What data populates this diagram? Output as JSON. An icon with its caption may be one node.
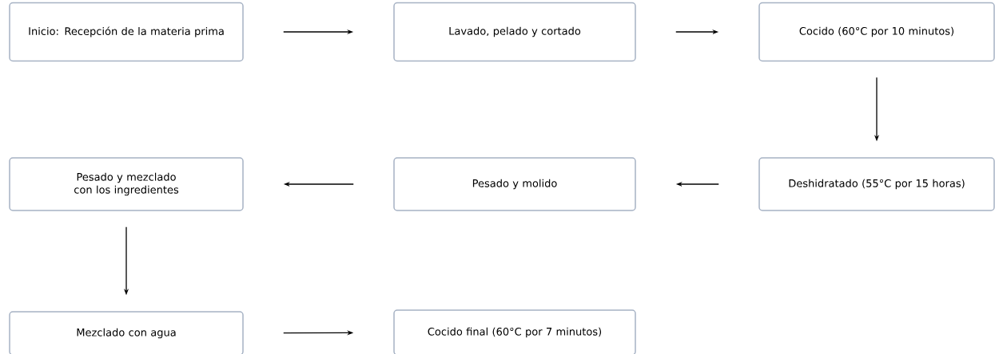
{
  "diagram": {
    "nodes": [
      {
        "text": [
          "Inicio: Recepción de la materia prima"
        ]
      },
      {
        "text": [
          "Lavado, pelado y cortado"
        ]
      },
      {
        "text": [
          "Cocido (60°C por 10 minutos)"
        ]
      },
      {
        "text": [
          "Pesado y mezclado con los ingredientes"
        ]
      },
      {
        "text": [
          "Pesado y molido"
        ]
      },
      {
        "text": [
          "Deshidratado (55°C por 15 horas)"
        ]
      },
      {
        "text": [
          "Mezclado con agua"
        ]
      },
      {
        "text": [
          "Cocido final (60°C por 7 minutos)"
        ]
      }
    ],
    "edges": [
      {
        "from": 0,
        "to": 1,
        "arrow": "to"
      },
      {
        "from": 1,
        "to": 2,
        "arrow": "to"
      },
      {
        "from": 2,
        "to": 5,
        "arrow": "to"
      },
      {
        "from": 5,
        "to": 4,
        "arrow": "to"
      },
      {
        "from": 4,
        "to": 3,
        "arrow": "to"
      },
      {
        "from": 3,
        "to": 6,
        "arrow": "to"
      },
      {
        "from": 6,
        "to": 7,
        "arrow": "to"
      }
    ]
  }
}
